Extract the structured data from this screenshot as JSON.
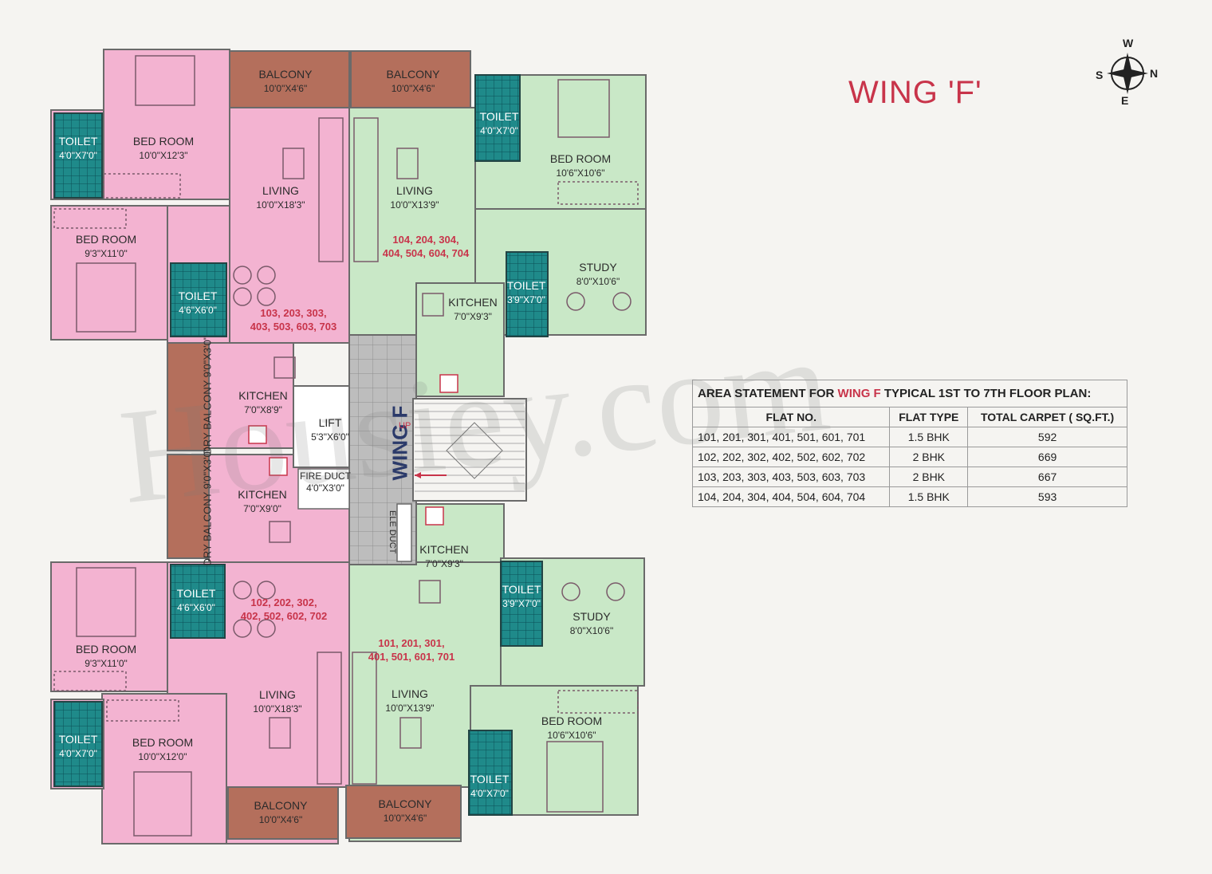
{
  "title": "WING 'F'",
  "compass": {
    "n": "N",
    "s": "S",
    "e": "E",
    "w": "W"
  },
  "wing_label": "WING F",
  "up_label": "UP",
  "elec_duct": "ELE DUCT",
  "watermark": "Housiey.com",
  "rooms": {
    "balcony_tl": {
      "name": "BALCONY",
      "dim": "10'0\"X4'6\""
    },
    "balcony_tr": {
      "name": "BALCONY",
      "dim": "10'0\"X4'6\""
    },
    "bed_tl": {
      "name": "BED ROOM",
      "dim": "10'0\"X12'3\""
    },
    "toilet_tl": {
      "name": "TOILET",
      "dim": "4'0\"X7'0\""
    },
    "living_tl": {
      "name": "LIVING",
      "dim": "10'0\"X18'3\""
    },
    "living_tr": {
      "name": "LIVING",
      "dim": "10'0\"X13'9\""
    },
    "toilet_tr": {
      "name": "TOILET",
      "dim": "4'0\"X7'0\""
    },
    "bed_tr": {
      "name": "BED ROOM",
      "dim": "10'6\"X10'6\""
    },
    "bed_ml": {
      "name": "BED ROOM",
      "dim": "9'3\"X11'0\""
    },
    "toilet_ml": {
      "name": "TOILET",
      "dim": "4'6\"X6'0\""
    },
    "study_tr": {
      "name": "STUDY",
      "dim": "8'0\"X10'6\""
    },
    "toilet_mr": {
      "name": "TOILET",
      "dim": "3'9\"X7'0\""
    },
    "kitchen_tr": {
      "name": "KITCHEN",
      "dim": "7'0\"X9'3\""
    },
    "dry_top": {
      "name": "DRY BALCONY",
      "dim": "9'0\"X3'0\""
    },
    "kitchen_tl": {
      "name": "KITCHEN",
      "dim": "7'0\"X8'9\""
    },
    "lift": {
      "name": "LIFT",
      "dim": "5'3\"X6'0\""
    },
    "fire": {
      "name": "FIRE DUCT",
      "dim": "4'0\"X3'0\""
    },
    "dry_bot": {
      "name": "DRY BALCONY",
      "dim": "9'0\"X3'0\""
    },
    "kitchen_bl": {
      "name": "KITCHEN",
      "dim": "7'0\"X9'0\""
    },
    "kitchen_br": {
      "name": "KITCHEN",
      "dim": "7'0\"X9'3\""
    },
    "toilet_bl1": {
      "name": "TOILET",
      "dim": "4'6\"X6'0\""
    },
    "toilet_br1": {
      "name": "TOILET",
      "dim": "3'9\"X7'0\""
    },
    "study_br": {
      "name": "STUDY",
      "dim": "8'0\"X10'6\""
    },
    "bed_bl1": {
      "name": "BED ROOM",
      "dim": "9'3\"X11'0\""
    },
    "living_bl": {
      "name": "LIVING",
      "dim": "10'0\"X18'3\""
    },
    "living_br": {
      "name": "LIVING",
      "dim": "10'0\"X13'9\""
    },
    "bed_br": {
      "name": "BED ROOM",
      "dim": "10'6\"X10'6\""
    },
    "toilet_bl2": {
      "name": "TOILET",
      "dim": "4'0\"X7'0\""
    },
    "bed_bl2": {
      "name": "BED ROOM",
      "dim": "10'0\"X12'0\""
    },
    "toilet_br2": {
      "name": "TOILET",
      "dim": "4'0\"X7'0\""
    },
    "balcony_bl": {
      "name": "BALCONY",
      "dim": "10'0\"X4'6\""
    },
    "balcony_br": {
      "name": "BALCONY",
      "dim": "10'0\"X4'6\""
    }
  },
  "flat_labels": {
    "f104": [
      "104, 204, 304,",
      "404, 504, 604, 704"
    ],
    "f103": [
      "103, 203, 303,",
      "403, 503, 603, 703"
    ],
    "f102": [
      "102, 202, 302,",
      "402, 502, 602, 702"
    ],
    "f101": [
      "101, 201, 301,",
      "401, 501, 601, 701"
    ]
  },
  "area_statement": {
    "caption_pre": "AREA STATEMENT FOR ",
    "caption_wing": "WING F",
    "caption_post": " TYPICAL 1ST  TO 7TH  FLOOR PLAN:",
    "headers": [
      "FLAT NO.",
      "FLAT TYPE",
      "TOTAL CARPET ( SQ.FT.)"
    ],
    "rows": [
      [
        "101, 201, 301, 401, 501, 601, 701",
        "1.5 BHK",
        "592"
      ],
      [
        "102, 202, 302, 402, 502, 602, 702",
        "2 BHK",
        "669"
      ],
      [
        "103, 203, 303, 403, 503, 603, 703",
        "2 BHK",
        "667"
      ],
      [
        "104, 204, 304, 404, 504, 604, 704",
        "1.5 BHK",
        "593"
      ]
    ]
  },
  "colors": {
    "pink": "#f3b3d1",
    "green": "#c9e8c7",
    "balcony": "#b46f5c",
    "toilet": "#1f8a8a",
    "lobby": "#b9b9b9",
    "accent": "#c8344a"
  }
}
